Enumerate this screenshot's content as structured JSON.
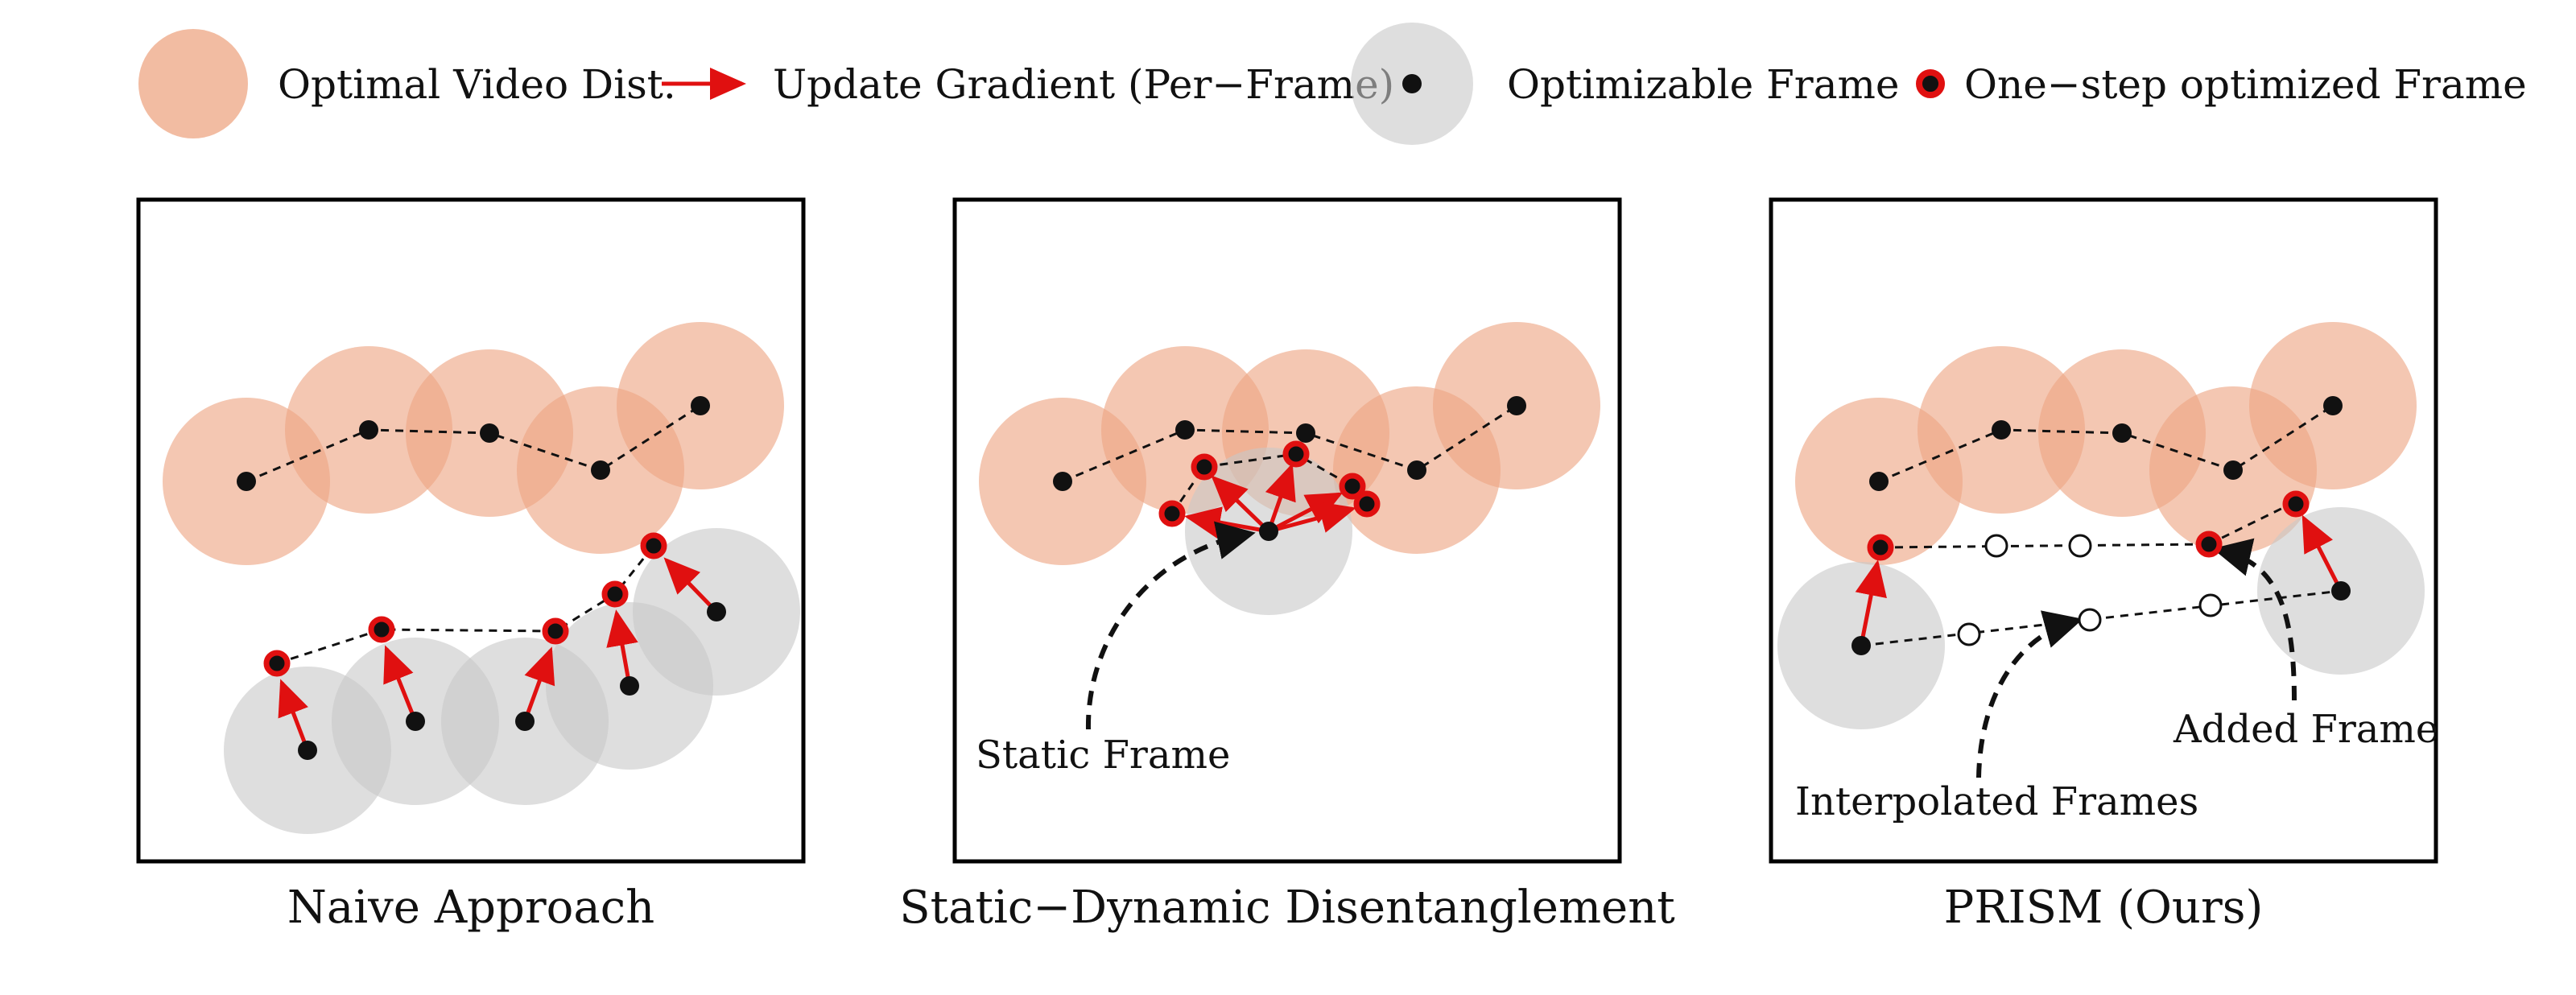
{
  "colors": {
    "optimal_fill": "#eea583",
    "optimizable_fill": "#c8c8c8",
    "gradient": "#e01010",
    "frame_dot": "#111111",
    "panel_border": "#000000"
  },
  "legend": {
    "optimal_label": "Optimal Video Dist.",
    "gradient_label": "Update Gradient (Per−Frame)",
    "optimizable_label": "Optimizable Frame",
    "optimized_label": "One−step optimized Frame"
  },
  "panels": [
    {
      "caption": "Naive Approach"
    },
    {
      "caption": "Static−Dynamic Disentanglement",
      "annotation": "Static Frame"
    },
    {
      "caption": "PRISM (Ours)",
      "annotation_added": "Added Frame",
      "annotation_interp": "Interpolated Frames"
    }
  ]
}
